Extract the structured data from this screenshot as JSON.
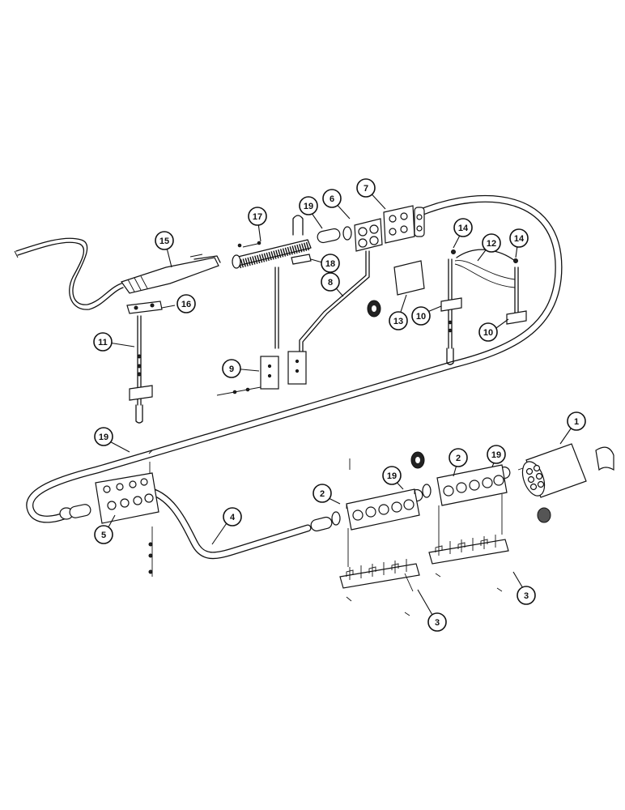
{
  "callouts": [
    {
      "id": "c1",
      "label": "1"
    },
    {
      "id": "c2a",
      "label": "2"
    },
    {
      "id": "c2b",
      "label": "2"
    },
    {
      "id": "c3a",
      "label": "3"
    },
    {
      "id": "c3b",
      "label": "3"
    },
    {
      "id": "c4",
      "label": "4"
    },
    {
      "id": "c5",
      "label": "5"
    },
    {
      "id": "c6",
      "label": "6"
    },
    {
      "id": "c7",
      "label": "7"
    },
    {
      "id": "c8",
      "label": "8"
    },
    {
      "id": "c9",
      "label": "9"
    },
    {
      "id": "c10a",
      "label": "10"
    },
    {
      "id": "c10b",
      "label": "10"
    },
    {
      "id": "c11",
      "label": "11"
    },
    {
      "id": "c12",
      "label": "12"
    },
    {
      "id": "c13",
      "label": "13"
    },
    {
      "id": "c14a",
      "label": "14"
    },
    {
      "id": "c14b",
      "label": "14"
    },
    {
      "id": "c15",
      "label": "15"
    },
    {
      "id": "c16",
      "label": "16"
    },
    {
      "id": "c17",
      "label": "17"
    },
    {
      "id": "c18",
      "label": "18"
    },
    {
      "id": "c19a",
      "label": "19"
    },
    {
      "id": "c19b",
      "label": "19"
    },
    {
      "id": "c19c",
      "label": "19"
    },
    {
      "id": "c19d",
      "label": "19"
    }
  ]
}
